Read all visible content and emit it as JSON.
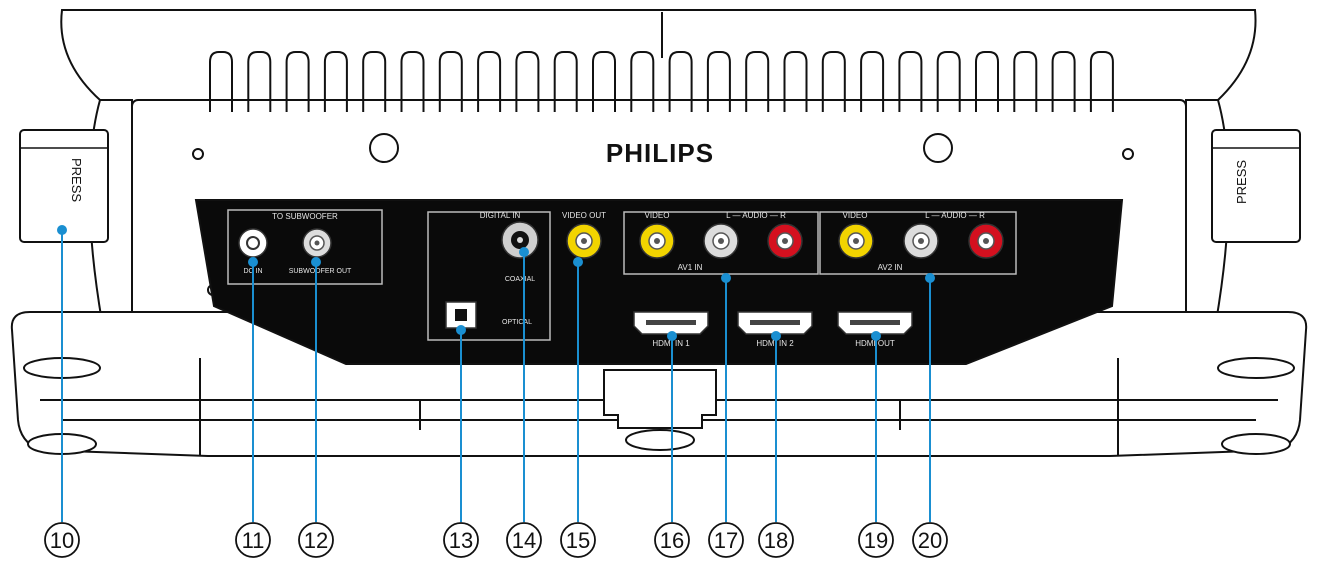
{
  "brand": "PHILIPS",
  "side_labels": {
    "left": "PRESS",
    "right": "PRESS"
  },
  "panel_labels": {
    "to_subwoofer": "TO SUBWOOFER",
    "dc_in": "DC IN",
    "subwoofer_out": "SUBWOOFER OUT",
    "digital_in": "DIGITAL IN",
    "coaxial": "COAXIAL",
    "optical": "OPTICAL",
    "video_out": "VIDEO OUT",
    "av1_video": "VIDEO",
    "av1_audio": "L — AUDIO — R",
    "av1_in": "AV1 IN",
    "av2_video": "VIDEO",
    "av2_audio": "L — AUDIO — R",
    "av2_in": "AV2 IN",
    "hdmi_in1": "HDMI IN 1",
    "hdmi_in2": "HDMI IN 2",
    "hdmi_out": "HDMI OUT"
  },
  "callouts": [
    "10",
    "11",
    "12",
    "13",
    "14",
    "15",
    "16",
    "17",
    "18",
    "19",
    "20"
  ],
  "colors": {
    "line": "#111111",
    "panel": "#0a0a0a",
    "leader": "#1a8fd1",
    "yellow": "#f2d400",
    "red": "#d4101f",
    "white_jack": "#dcdcdc"
  }
}
